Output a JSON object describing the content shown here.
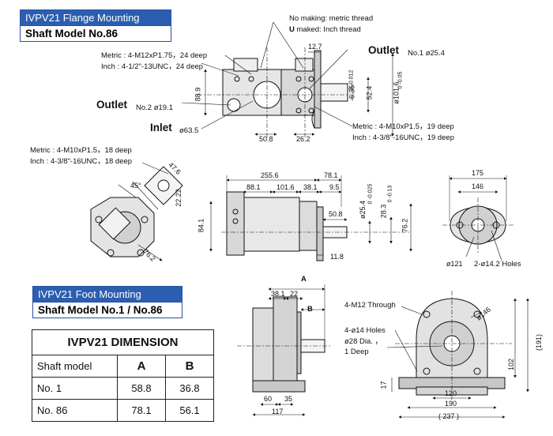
{
  "flange": {
    "title": "IVPV21 Flange Mounting",
    "subtitle": "Shaft Model No.86"
  },
  "foot": {
    "title": "IVPV21 Foot Mounting",
    "subtitle": "Shaft Model No.1 / No.86"
  },
  "table": {
    "title": "IVPV21 DIMENSION",
    "headers": [
      "Shaft model",
      "A",
      "B"
    ],
    "rows": [
      [
        "No. 1",
        "58.8",
        "36.8"
      ],
      [
        "No. 86",
        "78.1",
        "56.1"
      ]
    ]
  },
  "notes": {
    "thread_a": "No making: metric thread",
    "thread_b_u": "U",
    "thread_b": " maked: Inch thread",
    "metric_m12": "Metric : 4-M12xP1.75，24 deep",
    "inch_12": "Inch : 4-1/2\"-13UNC，24 deep",
    "outlet1_label": "Outlet",
    "outlet1_size": "No.1 ø25.4",
    "outlet2_label": "Outlet",
    "outlet2_size": "No.2 ø19.1",
    "inlet_label": "Inlet",
    "inlet_size": "ø63.5",
    "metric_m10_right": "Metric : 4-M10xP1.5，19 deep",
    "inch_38_right": "Inch : 4-3/8\"-16UNC，19 deep",
    "metric_m10_left": "Metric : 4-M10xP1.5，18 deep",
    "inch_38_left": "Inch : 4-3/8\"-16UNC，18 deep",
    "four_m12": "4-M12 Through",
    "four_14": "4-ø14 Holes",
    "dia28a": "ø28 Dia. ，",
    "dia28b": "1 Deep",
    "two_142": "2-ø14.2 Holes"
  },
  "dims": {
    "d127": "12.7",
    "d889": "88.9",
    "d635": "6.35",
    "d635tol": "0  -0.012",
    "d524": "52.4",
    "d1016": "ø101.6",
    "d1016tol": "0  -0.05",
    "d508a": "50.8",
    "d262": "26.2",
    "d476": "47.6",
    "d2222": "22.22",
    "d45": "45°",
    "d762a": "76.2",
    "d2556": "255.6",
    "d781": "78.1",
    "d881": "88.1",
    "d1016b": "101.6",
    "d381": "38.1",
    "d95": "9.5",
    "d841": "84.1",
    "d508b": "50.8",
    "d118": "11.8",
    "d254": "ø25.4",
    "d254tol": "0  -0.025",
    "d283": "28.3",
    "d283tol": "0  -0.13",
    "d762b": "76.2",
    "d175": "175",
    "d146": "146",
    "d121": "ø121",
    "dA": "A",
    "dB": "B",
    "d381b": "38.1",
    "d22": "22",
    "d60": "60",
    "d35": "35",
    "d117": "117",
    "d146b": "ø146",
    "d191": "(191)",
    "d102": "102",
    "d17": "17",
    "d120": "120",
    "d190": "190",
    "d237": "( 237 )"
  }
}
